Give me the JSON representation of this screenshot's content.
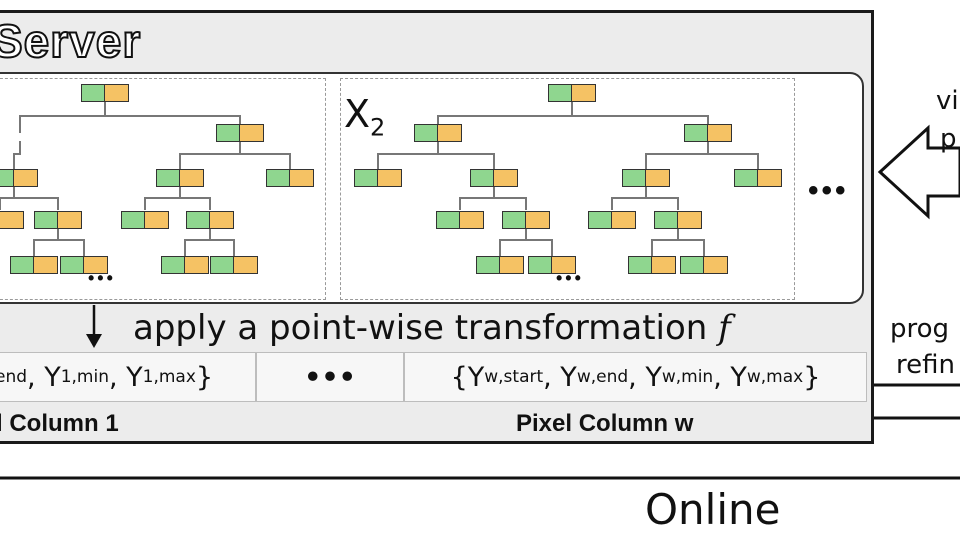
{
  "server": {
    "title": "Server"
  },
  "tree_panel": {
    "x2_label": "X",
    "x2_sub": "2",
    "tree_ellipsis_1": "•••",
    "tree_ellipsis_2": "•••",
    "panel_ellipsis": "•••"
  },
  "transform": {
    "text": "apply a point-wise transformation ",
    "func": "f"
  },
  "pixel_row": {
    "cell1": {
      "p1": "end",
      "p2": ", Y",
      "p2sub": "1,min",
      "p3": ", Y",
      "p3sub": "1,max",
      "p4": "}"
    },
    "middle": "•••",
    "cellw": {
      "open": "{Y",
      "s1": "w,start",
      "t2": ", Y",
      "s2": "w,end",
      "t3": ", Y",
      "s3": "w,min",
      "t4": ", Y",
      "s4": "w,max",
      "close": "}"
    }
  },
  "column_labels": {
    "first": "l Column 1",
    "last": "Pixel Column w"
  },
  "side": {
    "line1": "vi",
    "line2": "p",
    "line3": "prog",
    "line4": "refin"
  },
  "footer": {
    "online": "Online"
  },
  "colors": {
    "node_green": "#8fd68f",
    "node_orange": "#f5c264",
    "panel_bg": "#ececec"
  }
}
